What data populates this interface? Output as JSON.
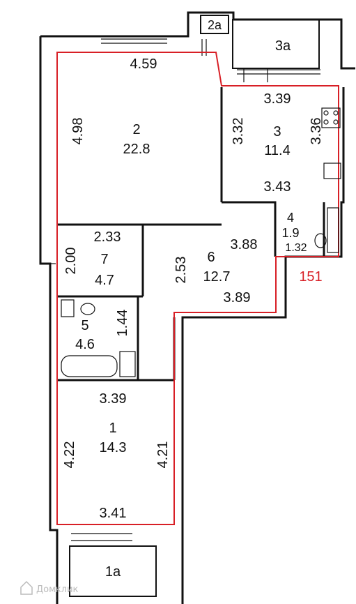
{
  "apartment_id": "151",
  "colors": {
    "outline": "#d81f26",
    "wall": "#111111",
    "id_text": "#d81f26"
  },
  "watermark": "Домклик",
  "rooms": {
    "r2": {
      "number": "2",
      "area": "22.8",
      "top": "4.59",
      "left": "4.98"
    },
    "r3": {
      "number": "3",
      "area": "11.4",
      "top": "3.39",
      "left": "3.32",
      "right": "3.36",
      "bottom": "3.43"
    },
    "r4": {
      "number": "4",
      "area": "1.9",
      "width": "1.32"
    },
    "r6": {
      "number": "6",
      "area": "12.7",
      "top": "3.88",
      "left": "2.53",
      "bottom": "3.89"
    },
    "r7": {
      "number": "7",
      "area": "4.7",
      "top": "2.33",
      "left": "2.00"
    },
    "r5": {
      "number": "5",
      "area": "4.6",
      "right": "1.44"
    },
    "r1": {
      "number": "1",
      "area": "14.3",
      "top": "3.39",
      "left": "4.22",
      "right": "4.21",
      "bottom": "3.41"
    }
  },
  "balconies": {
    "b1a": "1a",
    "b2a": "2a",
    "b3a": "3a"
  }
}
